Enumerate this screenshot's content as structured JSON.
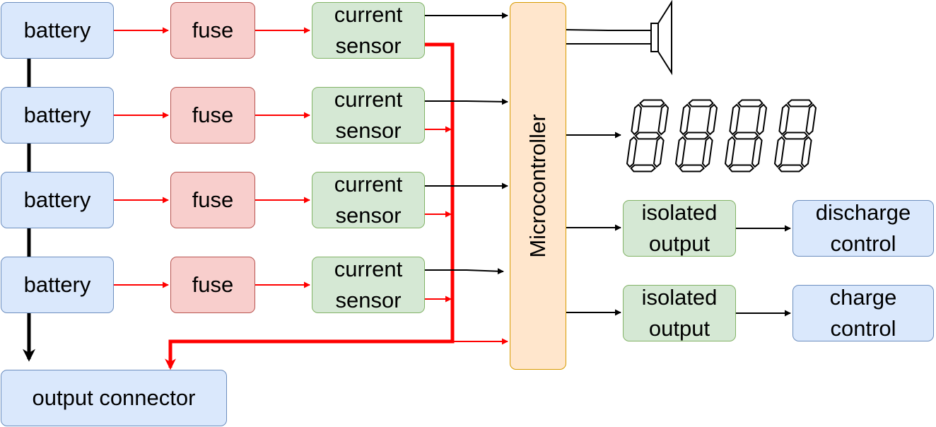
{
  "batteries": [
    "battery",
    "battery",
    "battery",
    "battery"
  ],
  "fuses": [
    "fuse",
    "fuse",
    "fuse",
    "fuse"
  ],
  "sensors": [
    {
      "line1": "current",
      "line2": "sensor"
    },
    {
      "line1": "current",
      "line2": "sensor"
    },
    {
      "line1": "current",
      "line2": "sensor"
    },
    {
      "line1": "current",
      "line2": "sensor"
    }
  ],
  "microcontroller": "Microcontroller",
  "output_connector": "output connector",
  "isolated_outputs": [
    {
      "line1": "isolated",
      "line2": "output"
    },
    {
      "line1": "isolated",
      "line2": "output"
    }
  ],
  "controls": [
    {
      "line1": "discharge",
      "line2": "control"
    },
    {
      "line1": "charge",
      "line2": "control"
    }
  ],
  "colors": {
    "power_line": "#ff0000",
    "signal_line": "#000000",
    "blue_fill": "#dae8fc",
    "red_fill": "#f8cecc",
    "green_fill": "#d5e8d4",
    "orange_fill": "#ffe6cc"
  },
  "icons": [
    "speaker-icon",
    "seven-segment-display-icon"
  ]
}
